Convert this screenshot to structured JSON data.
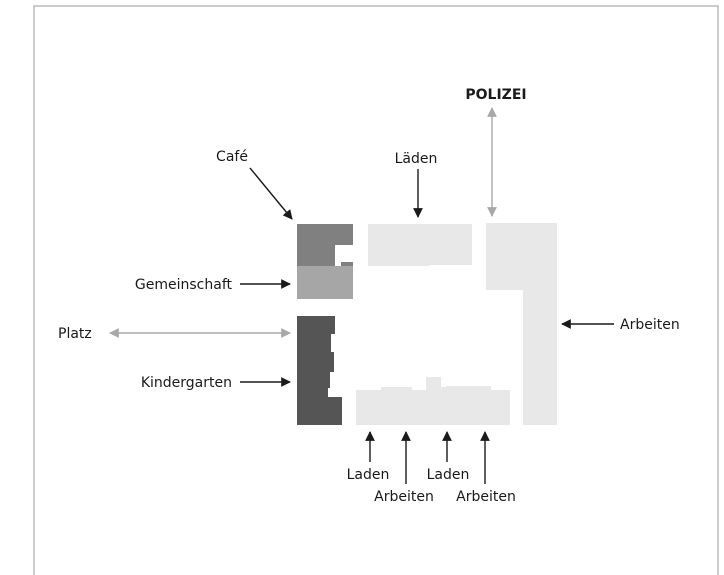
{
  "labels": {
    "cafe": "Café",
    "laeden_top": "Läden",
    "polizei": "POLIZEI",
    "gemeinschaft": "Gemeinschaft",
    "platz": "Platz",
    "arbeiten_right": "Arbeiten",
    "kindergarten": "Kindergarten",
    "laden_1": "Laden",
    "arbeiten_1": "Arbeiten",
    "laden_2": "Laden",
    "arbeiten_2": "Arbeiten"
  },
  "colors": {
    "background": "#ffffff",
    "frame": "#9a9a9a",
    "text": "#1a1a1a",
    "arrow_dark": "#1a1a1a",
    "arrow_light": "#a8a8a8",
    "cafe_block": "#808080",
    "gemeinschaft_block": "#a6a6a6",
    "kindergarten_block": "#555555",
    "building_light": "#e8e8e8"
  }
}
